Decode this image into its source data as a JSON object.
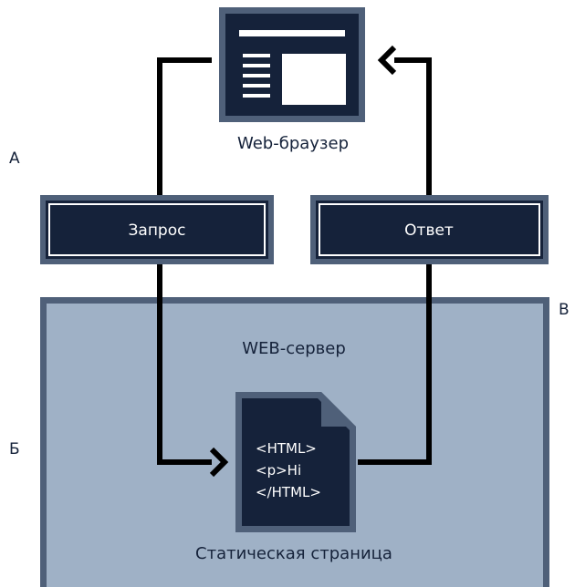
{
  "browser": {
    "label": "Web-браузер",
    "icon": "browser-window-icon"
  },
  "request": {
    "label": "Запрос"
  },
  "response": {
    "label": "Ответ"
  },
  "server": {
    "label": "WEB-сервер"
  },
  "page": {
    "icon": "document-icon",
    "code_lines": [
      "<HTML>",
      "<p>Hi",
      "</HTML>"
    ],
    "caption": "Статическая страница"
  },
  "markers": {
    "a": "А",
    "b": "Б",
    "c": "В"
  },
  "colors": {
    "dark": "#15223a",
    "server_fill": "#9fb1c6",
    "box_border": "#4f6079",
    "white": "#ffffff"
  }
}
